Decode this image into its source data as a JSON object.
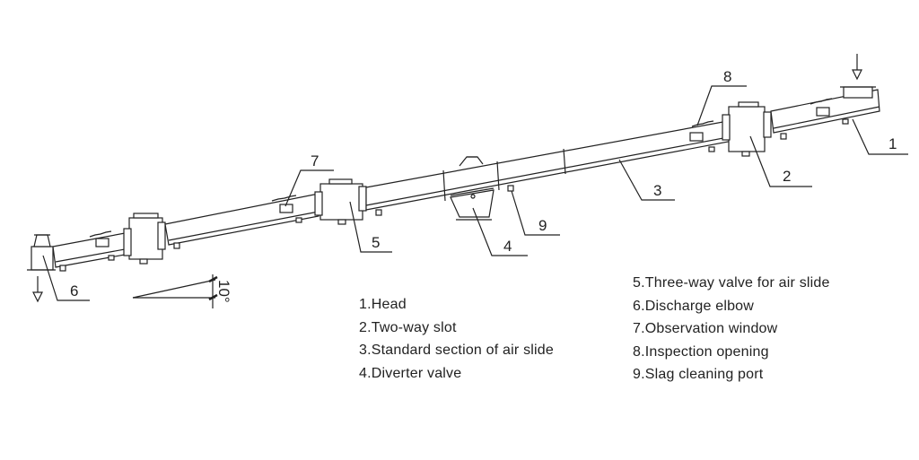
{
  "diagram": {
    "callouts": [
      "1",
      "2",
      "3",
      "4",
      "5",
      "6",
      "7",
      "8",
      "9"
    ],
    "angle_label": "10°",
    "stroke_color": "#222222"
  },
  "legend_left": [
    "1.Head",
    "2.Two-way slot",
    "3.Standard section of air slide",
    "4.Diverter valve"
  ],
  "legend_right": [
    "5.Three-way valve for air slide",
    "6.Discharge elbow",
    "7.Observation window",
    "8.Inspection opening",
    "9.Slag cleaning port"
  ]
}
